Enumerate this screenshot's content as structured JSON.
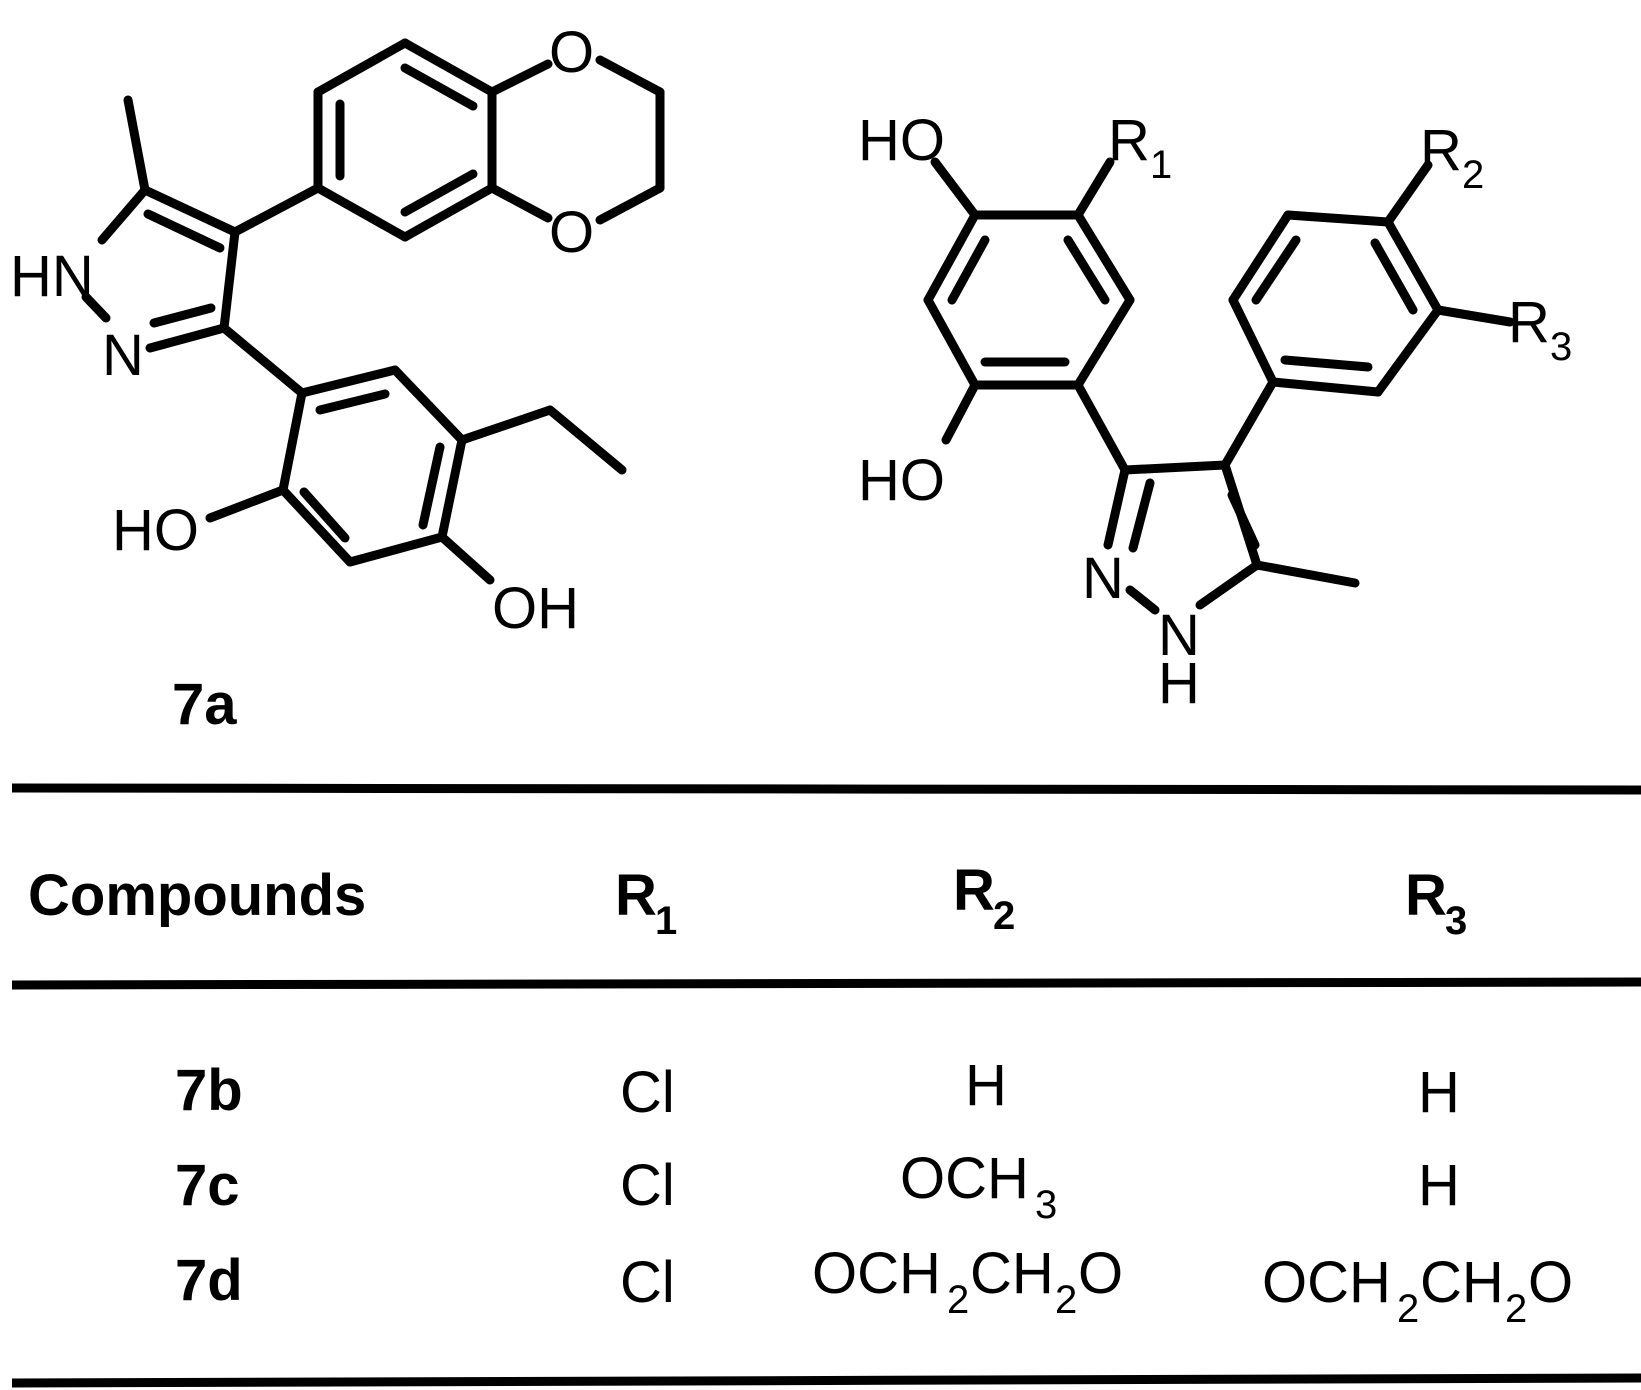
{
  "structures": {
    "left": {
      "compound_label": "7a",
      "atoms": {
        "hn": "HN",
        "n": "N",
        "o_top": "O",
        "o_bottom": "O",
        "ho": "HO",
        "oh": "OH"
      }
    },
    "right": {
      "atoms": {
        "ho_top": "HO",
        "ho_bottom": "HO",
        "n": "N",
        "n_bottom": "N",
        "h_bottom": "H",
        "r1": "R",
        "r1_sub": "1",
        "r2": "R",
        "r2_sub": "2",
        "r3": "R",
        "r3_sub": "3"
      }
    }
  },
  "table": {
    "headers": [
      {
        "text": "Compounds",
        "sub": ""
      },
      {
        "text": "R",
        "sub": "1"
      },
      {
        "text": "R",
        "sub": "2"
      },
      {
        "text": "R",
        "sub": "3"
      }
    ],
    "rows": [
      {
        "compound": "7b",
        "r1": "Cl",
        "r2": "H",
        "r3": "H"
      },
      {
        "compound": "7c",
        "r1": "Cl",
        "r2": "OCH",
        "r2_sub": "3",
        "r3": "H"
      },
      {
        "compound": "7d",
        "r1": "Cl",
        "r2_a": "OCH",
        "r2_s1": "2",
        "r2_b": "CH",
        "r2_s2": "2",
        "r2_c": "O",
        "r3_a": "OCH",
        "r3_s1": "2",
        "r3_b": "CH",
        "r3_s2": "2",
        "r3_c": "O"
      }
    ]
  }
}
